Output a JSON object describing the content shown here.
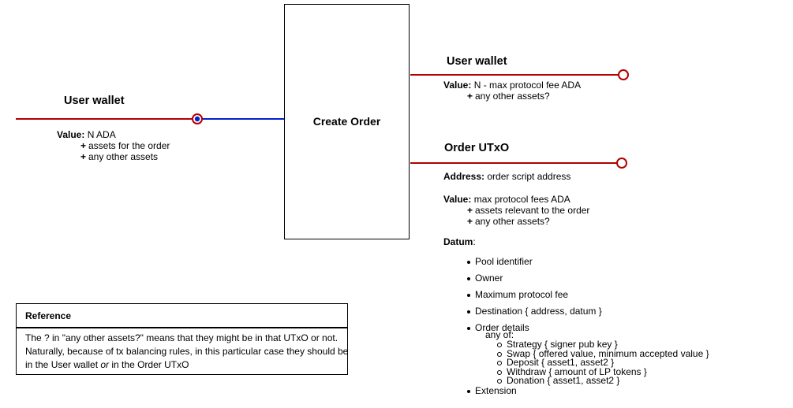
{
  "input": {
    "heading": "User wallet",
    "value_label": "Value:",
    "value_text": "N ADA",
    "lines": [
      "assets for the order",
      "any other assets"
    ]
  },
  "transaction": {
    "title": "Create Order"
  },
  "output_wallet": {
    "heading": "User wallet",
    "value_label": "Value:",
    "value_text": "N - max protocol fee ADA",
    "lines": [
      "any other assets?"
    ]
  },
  "order_utxo": {
    "heading": "Order UTxO",
    "address_label": "Address:",
    "address_text": "order script address",
    "value_label": "Value:",
    "value_text": "max protocol fees ADA",
    "lines": [
      "assets relevant to the order",
      "any other assets?"
    ],
    "datum_label": "Datum",
    "datum_colon": ":",
    "datum_items": [
      "Pool identifier",
      "Owner",
      "Maximum protocol fee",
      "Destination { address, datum }",
      "Order details"
    ],
    "any_of_label": "any of:",
    "order_choices": [
      "Strategy { signer pub key }",
      "Swap { offered value, minimum accepted value }",
      "Deposit { asset1, asset2 }",
      "Withdraw { amount of LP tokens }",
      "Donation { asset1, asset2 }"
    ],
    "last_item": "Extension"
  },
  "reference": {
    "title": "Reference",
    "body_part1": "The ? in \"any other assets?\" means that they might be in that UTxO or not. Naturally, because of tx balancing rules, in this particular case they should be in the User wallet ",
    "body_em": "or",
    "body_part2": " in the Order UTxO"
  },
  "colors": {
    "wire_red": "#b20000",
    "wire_blue": "#0022cc",
    "marker_fill": "#ffffff",
    "input_marker_dot": "#0022cc"
  }
}
